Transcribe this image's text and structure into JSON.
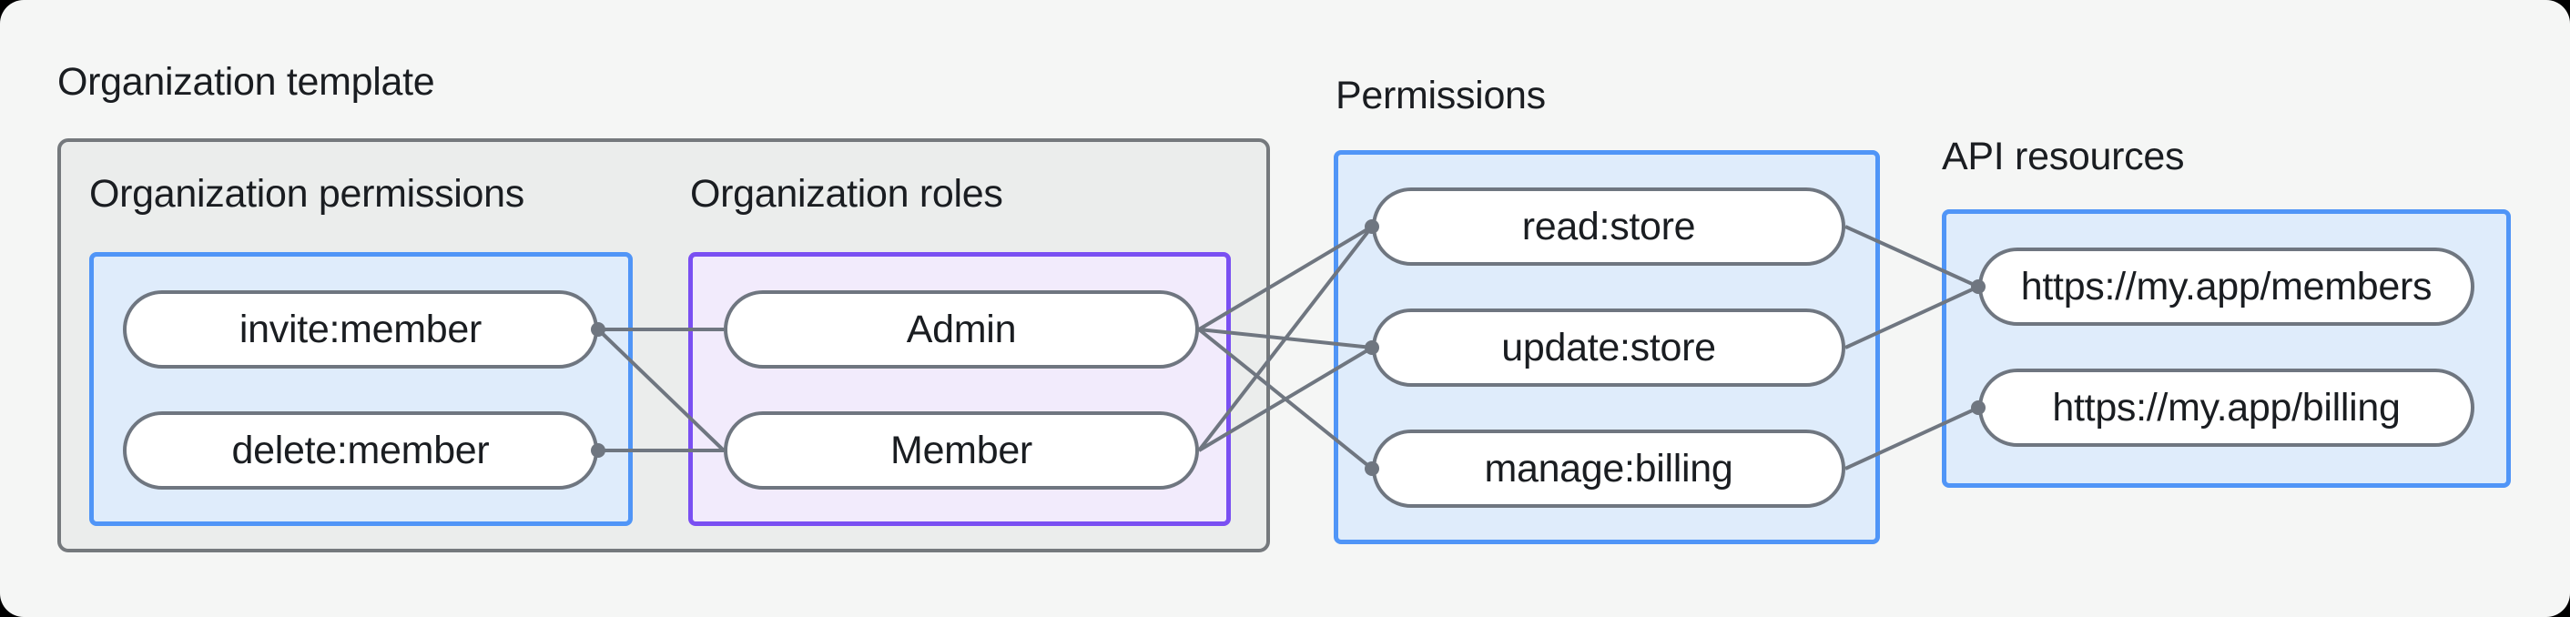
{
  "labels": {
    "organization_template": "Organization template",
    "organization_permissions": "Organization permissions",
    "organization_roles": "Organization roles",
    "permissions": "Permissions",
    "api_resources": "API resources"
  },
  "nodes": {
    "invite_member": {
      "label": "invite:member",
      "group": "organization_permissions"
    },
    "delete_member": {
      "label": "delete:member",
      "group": "organization_permissions"
    },
    "admin": {
      "label": "Admin",
      "group": "organization_roles"
    },
    "member": {
      "label": "Member",
      "group": "organization_roles"
    },
    "read_store": {
      "label": "read:store",
      "group": "permissions"
    },
    "update_store": {
      "label": "update:store",
      "group": "permissions"
    },
    "manage_billing": {
      "label": "manage:billing",
      "group": "permissions"
    },
    "api_members": {
      "label": "https://my.app/members",
      "group": "api_resources"
    },
    "api_billing": {
      "label": "https://my.app/billing",
      "group": "api_resources"
    }
  },
  "edges": [
    {
      "from": "invite_member",
      "fromSide": "right",
      "to": "admin",
      "toSide": "left"
    },
    {
      "from": "invite_member",
      "fromSide": "right",
      "to": "member",
      "toSide": "left"
    },
    {
      "from": "delete_member",
      "fromSide": "right",
      "to": "member",
      "toSide": "left"
    },
    {
      "from": "admin",
      "fromSide": "right",
      "to": "read_store",
      "toSide": "left"
    },
    {
      "from": "admin",
      "fromSide": "right",
      "to": "update_store",
      "toSide": "left"
    },
    {
      "from": "admin",
      "fromSide": "right",
      "to": "manage_billing",
      "toSide": "left"
    },
    {
      "from": "member",
      "fromSide": "right",
      "to": "read_store",
      "toSide": "left"
    },
    {
      "from": "member",
      "fromSide": "right",
      "to": "update_store",
      "toSide": "left"
    },
    {
      "from": "read_store",
      "fromSide": "right",
      "to": "api_members",
      "toSide": "left"
    },
    {
      "from": "update_store",
      "fromSide": "right",
      "to": "api_members",
      "toSide": "left"
    },
    {
      "from": "manage_billing",
      "fromSide": "right",
      "to": "api_billing",
      "toSide": "left"
    }
  ],
  "dots": [
    {
      "node": "invite_member",
      "side": "right"
    },
    {
      "node": "delete_member",
      "side": "right"
    },
    {
      "node": "read_store",
      "side": "left"
    },
    {
      "node": "update_store",
      "side": "left"
    },
    {
      "node": "manage_billing",
      "side": "left"
    },
    {
      "node": "api_members",
      "side": "left"
    },
    {
      "node": "api_billing",
      "side": "left"
    }
  ],
  "colors": {
    "canvas_bg": "#f5f6f5",
    "template_box_bg": "#ebedec",
    "template_box_border": "#75797d",
    "blue_box_bg": "#dfecfb",
    "blue_box_border": "#5095f7",
    "purple_box_bg": "#f2ebfc",
    "purple_box_border": "#7a4ff2",
    "pill_border": "#6f7680",
    "connector": "#6f7680",
    "text": "#1a1d21"
  },
  "style": {
    "connector_width": 4,
    "dot_radius": 8
  }
}
